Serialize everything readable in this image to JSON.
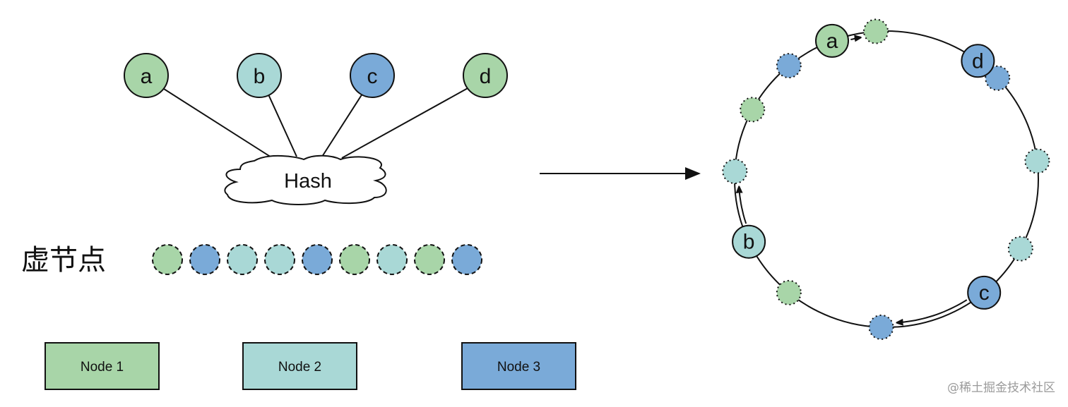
{
  "colors": {
    "node1": "#a8d5a8",
    "node2": "#a9d8d6",
    "node3": "#7aaad8",
    "stroke": "#111111"
  },
  "keys": [
    {
      "label": "a",
      "group": "node1"
    },
    {
      "label": "b",
      "group": "node2"
    },
    {
      "label": "c",
      "group": "node3"
    },
    {
      "label": "d",
      "group": "node1"
    }
  ],
  "hash": {
    "label": "Hash"
  },
  "virtual_nodes": {
    "label": "虚节点",
    "items": [
      "node1",
      "node3",
      "node2",
      "node2",
      "node3",
      "node1",
      "node2",
      "node1",
      "node3"
    ]
  },
  "physical_nodes": [
    {
      "label": "Node 1",
      "group": "node1"
    },
    {
      "label": "Node 2",
      "group": "node2"
    },
    {
      "label": "Node 3",
      "group": "node3"
    }
  ],
  "ring": {
    "virtual_nodes": [
      {
        "angle_deg": 94,
        "group": "node1"
      },
      {
        "angle_deg": 43,
        "group": "node3"
      },
      {
        "angle_deg": 7,
        "group": "node2"
      },
      {
        "angle_deg": -28,
        "group": "node2"
      },
      {
        "angle_deg": -92,
        "group": "node3"
      },
      {
        "angle_deg": -130,
        "group": "node1"
      },
      {
        "angle_deg": 177,
        "group": "node2"
      },
      {
        "angle_deg": 152,
        "group": "node1"
      },
      {
        "angle_deg": 130,
        "group": "node3"
      }
    ],
    "keys": [
      {
        "label": "a",
        "angle_deg": 111,
        "group": "node1",
        "maps_to_angle_deg": 94
      },
      {
        "label": "d",
        "angle_deg": 53,
        "group": "node3",
        "maps_to_angle_deg": 43
      },
      {
        "label": "c",
        "angle_deg": -50,
        "group": "node3",
        "maps_to_angle_deg": -92
      },
      {
        "label": "b",
        "angle_deg": -155,
        "group": "node2",
        "maps_to_angle_deg": 177
      }
    ]
  },
  "watermark": "@稀土掘金技术社区"
}
